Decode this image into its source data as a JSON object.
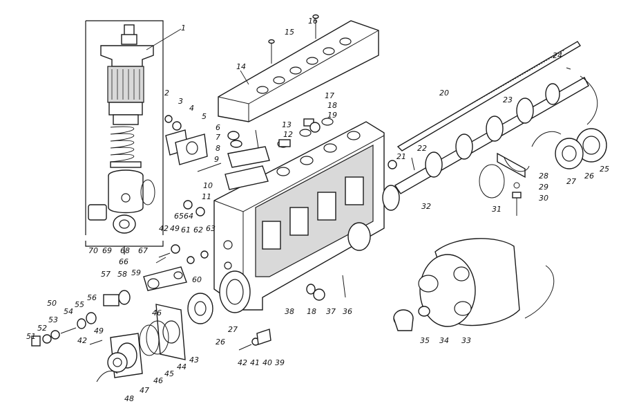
{
  "callouts": [
    {
      "id": "c1",
      "text": "1"
    },
    {
      "id": "c2",
      "text": "2"
    },
    {
      "id": "c3",
      "text": "3"
    },
    {
      "id": "c4",
      "text": "4"
    },
    {
      "id": "c5",
      "text": "5"
    },
    {
      "id": "c6",
      "text": "6"
    },
    {
      "id": "c7",
      "text": "7"
    },
    {
      "id": "c8",
      "text": "8"
    },
    {
      "id": "c9",
      "text": "9"
    },
    {
      "id": "c10",
      "text": "10"
    },
    {
      "id": "c11",
      "text": "11"
    },
    {
      "id": "c12",
      "text": "12"
    },
    {
      "id": "c13",
      "text": "13"
    },
    {
      "id": "c14",
      "text": "14"
    },
    {
      "id": "c15",
      "text": "15"
    },
    {
      "id": "c16",
      "text": "16"
    },
    {
      "id": "c17",
      "text": "17"
    },
    {
      "id": "c18a",
      "text": "18"
    },
    {
      "id": "c18b",
      "text": "18"
    },
    {
      "id": "c19",
      "text": "19"
    },
    {
      "id": "c20",
      "text": "20"
    },
    {
      "id": "c21",
      "text": "21"
    },
    {
      "id": "c22",
      "text": "22"
    },
    {
      "id": "c23",
      "text": "23"
    },
    {
      "id": "c24",
      "text": "24"
    },
    {
      "id": "c25",
      "text": "25"
    },
    {
      "id": "c26a",
      "text": "26"
    },
    {
      "id": "c26b",
      "text": "26"
    },
    {
      "id": "c27a",
      "text": "27"
    },
    {
      "id": "c27b",
      "text": "27"
    },
    {
      "id": "c28",
      "text": "28"
    },
    {
      "id": "c29",
      "text": "29"
    },
    {
      "id": "c30",
      "text": "30"
    },
    {
      "id": "c31",
      "text": "31"
    },
    {
      "id": "c32",
      "text": "32"
    },
    {
      "id": "c33",
      "text": "33"
    },
    {
      "id": "c34",
      "text": "34"
    },
    {
      "id": "c35",
      "text": "35"
    },
    {
      "id": "c36",
      "text": "36"
    },
    {
      "id": "c37",
      "text": "37"
    },
    {
      "id": "c38",
      "text": "38"
    },
    {
      "id": "c39",
      "text": "39"
    },
    {
      "id": "c40",
      "text": "40"
    },
    {
      "id": "c41",
      "text": "41"
    },
    {
      "id": "c42a",
      "text": "42"
    },
    {
      "id": "c42b",
      "text": "42"
    },
    {
      "id": "c42c",
      "text": "42"
    },
    {
      "id": "c43",
      "text": "43"
    },
    {
      "id": "c44",
      "text": "44"
    },
    {
      "id": "c45",
      "text": "45"
    },
    {
      "id": "c46a",
      "text": "46"
    },
    {
      "id": "c46b",
      "text": "46"
    },
    {
      "id": "c47",
      "text": "47"
    },
    {
      "id": "c48",
      "text": "48"
    },
    {
      "id": "c49a",
      "text": "49"
    },
    {
      "id": "c49b",
      "text": "49"
    },
    {
      "id": "c50",
      "text": "50"
    },
    {
      "id": "c51",
      "text": "51"
    },
    {
      "id": "c52",
      "text": "52"
    },
    {
      "id": "c53",
      "text": "53"
    },
    {
      "id": "c54",
      "text": "54"
    },
    {
      "id": "c55",
      "text": "55"
    },
    {
      "id": "c56",
      "text": "56"
    },
    {
      "id": "c57",
      "text": "57"
    },
    {
      "id": "c58",
      "text": "58"
    },
    {
      "id": "c59",
      "text": "59"
    },
    {
      "id": "c60",
      "text": "60"
    },
    {
      "id": "c61",
      "text": "61"
    },
    {
      "id": "c62",
      "text": "62"
    },
    {
      "id": "c63",
      "text": "63"
    },
    {
      "id": "c64",
      "text": "64"
    },
    {
      "id": "c65",
      "text": "65"
    },
    {
      "id": "c66",
      "text": "66"
    },
    {
      "id": "c67",
      "text": "67"
    },
    {
      "id": "c68",
      "text": "68"
    },
    {
      "id": "c69",
      "text": "69"
    },
    {
      "id": "c70",
      "text": "70"
    }
  ]
}
